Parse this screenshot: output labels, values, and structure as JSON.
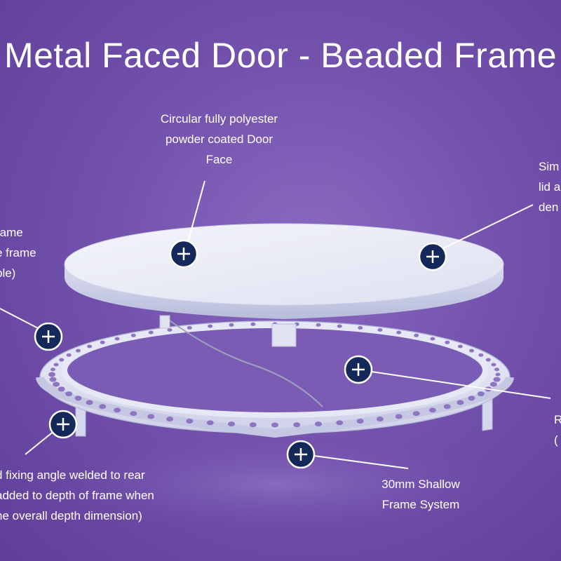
{
  "title": "Metal Faced Door - Beaded Frame",
  "colors": {
    "background": "#7352ad",
    "hotspot_fill": "#14285a",
    "panel": "#eceef8"
  },
  "callouts": {
    "door_face": {
      "lines": [
        "Circular fully polyester",
        "powder coated Door",
        "Face"
      ]
    },
    "right_top": {
      "lines": [
        "Sim",
        "lid a",
        "den"
      ]
    },
    "left_frame": {
      "lines": [
        "rame",
        "e frame",
        "ble)"
      ]
    },
    "fixing_angle": {
      "lines": [
        "d fixing angle welded to rear",
        "added to depth of frame when",
        "he overall depth dimension)"
      ]
    },
    "right_r": {
      "lines": [
        "R",
        "("
      ]
    },
    "shallow_frame": {
      "lines": [
        "30mm Shallow",
        "Frame System"
      ]
    }
  },
  "hotspots": [
    {
      "id": "door-face",
      "icon": "plus-icon"
    },
    {
      "id": "right-top",
      "icon": "plus-icon"
    },
    {
      "id": "left-frame",
      "icon": "plus-icon"
    },
    {
      "id": "inner-frame",
      "icon": "plus-icon"
    },
    {
      "id": "fixing-angle",
      "icon": "plus-icon"
    },
    {
      "id": "shallow-frame",
      "icon": "plus-icon"
    }
  ]
}
